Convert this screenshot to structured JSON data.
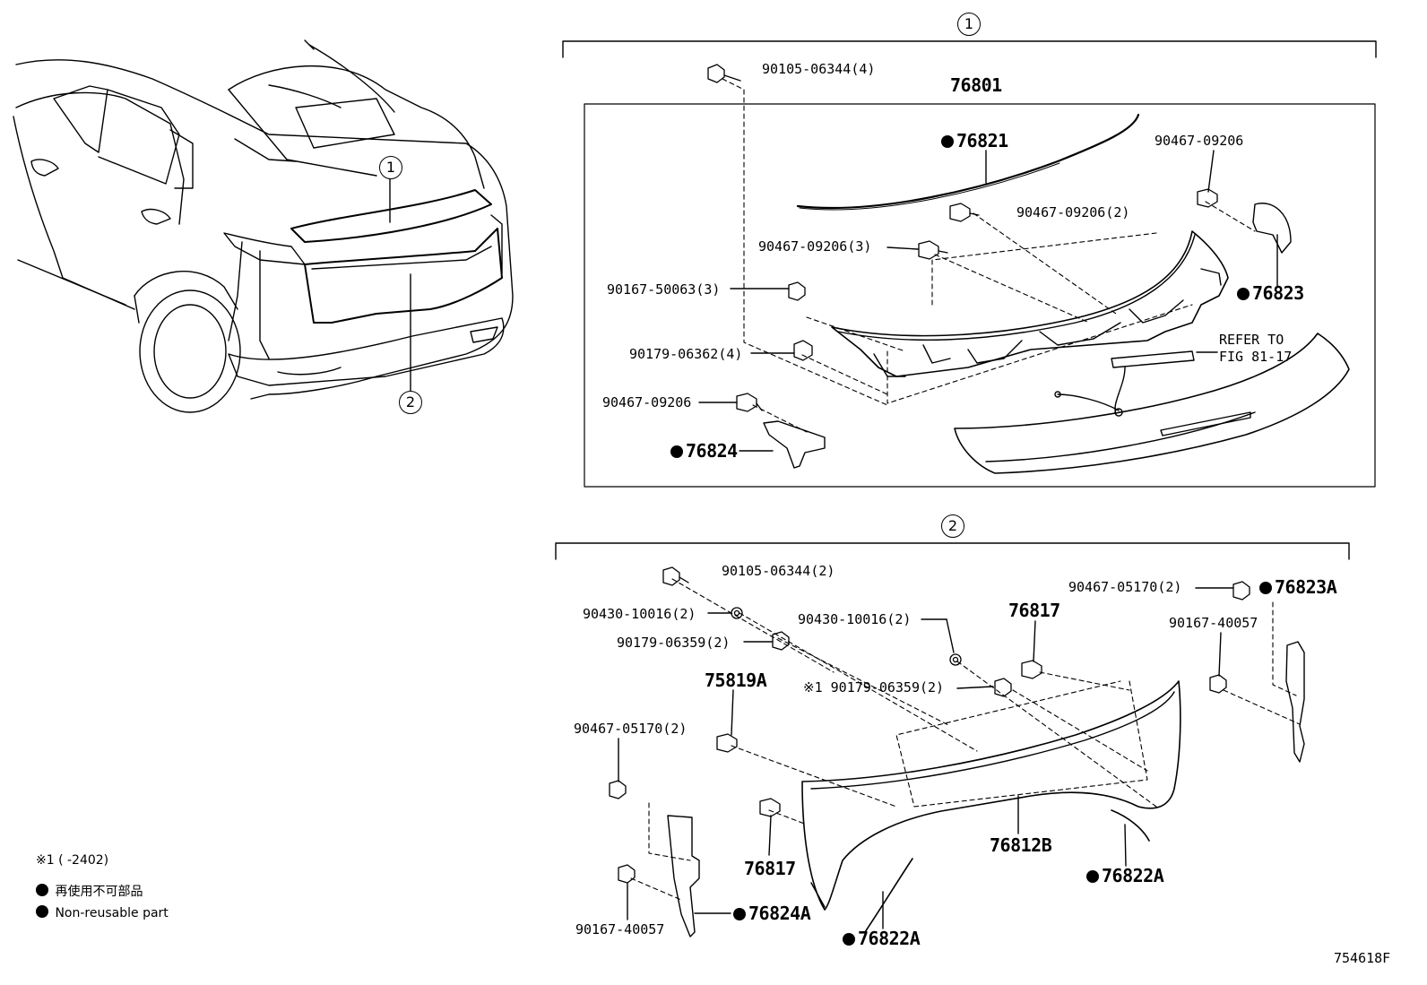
{
  "car_callouts": [
    "1",
    "2"
  ],
  "sections": [
    {
      "number": "1"
    },
    {
      "number": "2"
    }
  ],
  "section1": {
    "bolt_top": "90105-06344(4)",
    "assembly": "76801",
    "molding": "76821",
    "clip_a": "90467-09206",
    "clip_b": "90467-09206(2)",
    "clip_c": "90467-09206(3)",
    "screw": "90167-50063(3)",
    "bracket_right": "76823",
    "refer": "REFER TO\nFIG 81-17",
    "nut": "90179-06362(4)",
    "clip_d": "90467-09206",
    "bracket_left": "76824"
  },
  "section2": {
    "bolt_top": "90105-06344(2)",
    "gasket_left": "90430-10016(2)",
    "nut_left": "90179-06359(2)",
    "gasket_center": "90430-10016(2)",
    "clip_76817_top": "76817",
    "clip_right": "90467-05170(2)",
    "bracket_right": "76823A",
    "screw_right": "90167-40057",
    "emblem_clip": "75819A",
    "nut_center": "※1 90179-06359(2)",
    "clip_left": "90467-05170(2)",
    "garnish": "76812B",
    "clip_76817_bottom": "76817",
    "strip_right": "76822A",
    "bracket_left": "76824A",
    "screw_left": "90167-40057",
    "strip_left": "76822A"
  },
  "legend": {
    "footnote": "※1 (       -2402)",
    "non_reusable_jp": "再使用不可部品",
    "non_reusable_en": "Non-reusable part"
  },
  "figure_id": "754618F"
}
